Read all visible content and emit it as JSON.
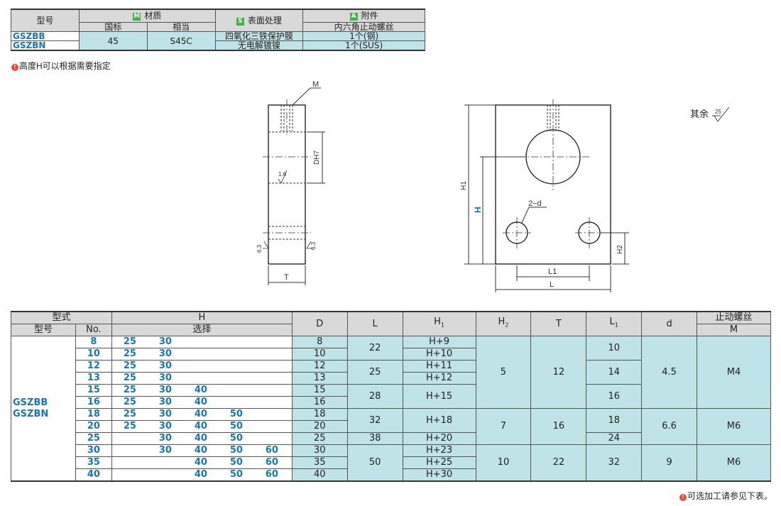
{
  "material_table": {
    "col_model": "型号",
    "col_material": "材质",
    "col_material_badge": "M",
    "col_gb": "国标",
    "col_equiv": "相当",
    "col_surface": "表面处理",
    "col_surface_badge": "S",
    "col_accessory": "附件",
    "col_accessory_badge": "A",
    "col_accessory_sub": "内六角止动螺丝",
    "rows": [
      {
        "model": "GSZBB",
        "surface": "四氧化三铁保护膜",
        "accessory": "1个(钢)"
      },
      {
        "model": "GSZBN",
        "surface": "无电解镀镍",
        "accessory": "1个(SUS)"
      }
    ],
    "gb_value": "45",
    "equiv_value": "S45C"
  },
  "note_top": "高度H可以根据需要指定",
  "note_icon": "!",
  "drawing": {
    "M": "M",
    "DH7": "DH7",
    "r16": "1.6",
    "r63a": "6.3",
    "r63b": "6.3",
    "T": "T",
    "H1": "H1",
    "H": "H",
    "twod": "2−d",
    "H2": "H2",
    "L1": "L1",
    "L": "L"
  },
  "other_label": "其余",
  "other_rough": "25",
  "spec_table": {
    "h_type": "型式",
    "h_model": "型号",
    "h_no": "No.",
    "h_H": "H",
    "h_sel": "选择",
    "h_D": "D",
    "h_L": "L",
    "h_H1": "H",
    "h_H1sub": "1",
    "h_H2": "H",
    "h_H2sub": "2",
    "h_T": "T",
    "h_L1": "L",
    "h_L1sub": "1",
    "h_d": "d",
    "h_screw": "止动螺丝",
    "h_screwM": "M",
    "model_a": "GSZBB",
    "model_b": "GSZBN",
    "rows": [
      {
        "no": "8",
        "sel": [
          "25",
          "30",
          "",
          "",
          ""
        ],
        "D": "8",
        "H1": "H+9"
      },
      {
        "no": "10",
        "sel": [
          "25",
          "30",
          "",
          "",
          ""
        ],
        "D": "10",
        "H1": "H+10"
      },
      {
        "no": "12",
        "sel": [
          "25",
          "30",
          "",
          "",
          ""
        ],
        "D": "12",
        "H1": "H+11"
      },
      {
        "no": "13",
        "sel": [
          "25",
          "30",
          "",
          "",
          ""
        ],
        "D": "13",
        "H1": "H+12"
      },
      {
        "no": "15",
        "sel": [
          "25",
          "30",
          "40",
          "",
          ""
        ],
        "D": "15",
        "H1": "H+15"
      },
      {
        "no": "16",
        "sel": [
          "25",
          "30",
          "40",
          "",
          ""
        ],
        "D": "16",
        "H1": ""
      },
      {
        "no": "18",
        "sel": [
          "25",
          "30",
          "40",
          "50",
          ""
        ],
        "D": "18",
        "H1": "H+18"
      },
      {
        "no": "20",
        "sel": [
          "25",
          "30",
          "40",
          "50",
          ""
        ],
        "D": "20",
        "H1": ""
      },
      {
        "no": "25",
        "sel": [
          "",
          "30",
          "40",
          "50",
          ""
        ],
        "D": "25",
        "H1": "H+20"
      },
      {
        "no": "30",
        "sel": [
          "",
          "30",
          "40",
          "50",
          "60"
        ],
        "D": "30",
        "H1": "H+23"
      },
      {
        "no": "35",
        "sel": [
          "",
          "",
          "40",
          "50",
          "60"
        ],
        "D": "35",
        "H1": "H+25"
      },
      {
        "no": "40",
        "sel": [
          "",
          "",
          "40",
          "50",
          "60"
        ],
        "D": "40",
        "H1": "H+30"
      }
    ],
    "L_vals": [
      "22",
      "25",
      "28",
      "32",
      "38",
      "50"
    ],
    "H2_vals": [
      "5",
      "7",
      "10"
    ],
    "T_vals": [
      "12",
      "16",
      "22"
    ],
    "L1_vals": [
      "10",
      "14",
      "16",
      "18",
      "24",
      "32"
    ],
    "d_vals": [
      "4.5",
      "6.6",
      "9"
    ],
    "M_vals": [
      "M4",
      "M6",
      "M6"
    ]
  },
  "note_bottom": "可选加工请参见下表。"
}
